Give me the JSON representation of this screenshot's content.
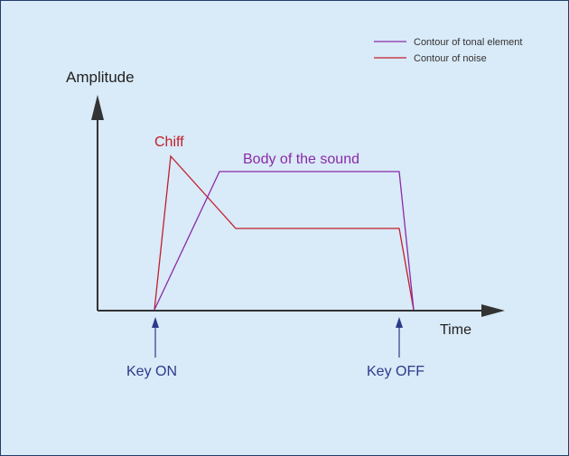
{
  "legend": {
    "tonal": {
      "label": "Contour of tonal element",
      "color": "#8a2aa8"
    },
    "noise": {
      "label": "Contour of noise",
      "color": "#c0202a"
    }
  },
  "axes": {
    "y_label": "Amplitude",
    "x_label": "Time",
    "color": "#333333"
  },
  "labels": {
    "chiff": "Chiff",
    "body": "Body of the sound"
  },
  "markers": {
    "key_on": "Key ON",
    "key_off": "Key OFF",
    "color": "#2b3a8a"
  }
}
